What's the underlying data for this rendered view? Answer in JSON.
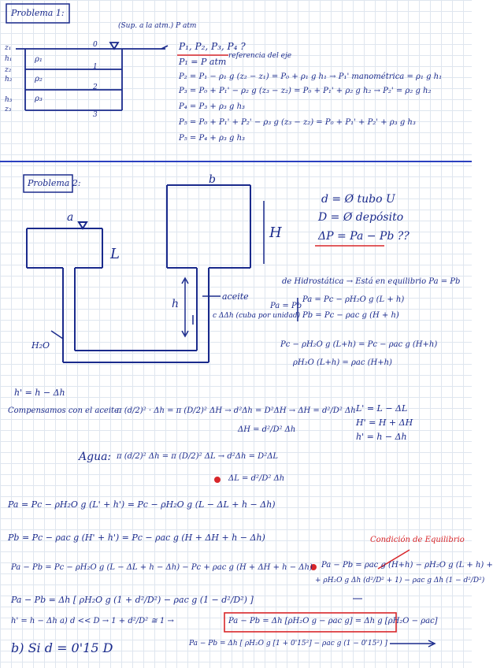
{
  "problem1": {
    "title": "Problema 1:",
    "note_surface": "(Sup. a la atm.) P atm",
    "unknowns": "P₁, P₂, P₃, P₄ ?",
    "p1": "P₁ = P atm",
    "note_ref": "referencia del eje",
    "eq2": "P₂ = P₁ − ρ₁ g (z₂ − z₁) = P₀ + ρ₁ g h₁ → P₁' manométrica = ρ₁ g h₁",
    "eq3": "P₃ = P₀ + P₁' − ρ₂ g (z₃ − z₂) = P₀ + P₁' + ρ₂ g h₂ → P₂' = ρ₂ g h₂",
    "eq4": "P₄ = P₃ + ρ₃ g h₃",
    "eq5": "P₅ = P₀ + P₁' + P₂' − ρ₃ g (z₃ − z₂) = P₀ + P₁' + P₂' + ρ₃ g h₃",
    "eq6": "P₅ = P₄ + ρ₃ g h₃",
    "labels": {
      "z1": "z₁",
      "z2": "z₂",
      "z3": "z₃",
      "h1": "h₁",
      "h2": "h₂",
      "h3": "h₃",
      "rho1": "ρ₁",
      "rho2": "ρ₂",
      "rho3": "ρ₃",
      "n0": "0",
      "n1": "1",
      "n2": "2",
      "n3": "3"
    }
  },
  "problem2": {
    "title": "Problema 2:",
    "label_a": "a",
    "label_b": "b",
    "label_L": "L",
    "label_H": "H",
    "label_h": "h",
    "aceite": "aceite",
    "cdh": "c ΔΔh (cuba por unidad)",
    "h2o": "H₂O",
    "d_def": "d = Ø tubo U",
    "D_def": "D = Ø depósito",
    "dP_def": "ΔP = Pa − Pb ??",
    "hydro": "de Hidrostática → Está en equilibrio Pa = Pb",
    "pa_eq_pb": "Pa = Pb",
    "sys1": "Pa = Pc − ρH₂O g (L + h)",
    "sys2": "Pb = Pc − ρac g (H + h)",
    "line1": "Pc − ρH₂O g (L+h) = Pc − ρac g (H+h)",
    "line2": "ρH₂O (L+h) = ρac (H+h)",
    "hprime": "h' = h − Δh",
    "compens": "Compensamos con el aceite:",
    "comp_eq": "π (d/2)² · Δh = π (D/2)² ΔH → d²Δh = D²ΔH → ΔH = d²/D² Δh",
    "dH": "ΔH = d²/D² Δh",
    "Lp": "L' = L − ΔL",
    "Hp": "H' = H + ΔH",
    "hp2": "h' = h − Δh",
    "agua": "Agua:",
    "agua_eq": "π (d/2)² Δh = π (D/2)² ΔL → d²Δh = D²ΔL",
    "dL": "ΔL = d²/D² Δh",
    "pa_line": "Pa = Pc − ρH₂O g (L' + h') = Pc − ρH₂O g (L − ΔL + h − Δh)",
    "pb_line": "Pb = Pc − ρac g (H' + h') = Pc − ρac g (H + ΔH + h − Δh)",
    "cond": "Condición de Equilibrio",
    "diff_line": "Pa − Pb = Pc − ρH₂O g (L − ΔL + h − Δh) − Pc + ρac g (H + ΔH + h − Δh)",
    "diff_res1": "Pa − Pb = ρac g (H+h) − ρH₂O g (L + h) +",
    "diff_res2": "+ ρH₂O g Δh (d²/D² + 1) − ρac g Δh (1 − d²/D²)",
    "final1": "Pa − Pb = Δh [ ρH₂O g (1 + d²/D²) − ρac g (1 − d²/D²) ]",
    "part_a": "h' = h − Δh     a)  d << D → 1 + d²/D² ≅ 1 →",
    "boxed": "Pa − Pb = Δh [ρH₂O g − ρac g] = Δh g [ρH₂O − ρac]",
    "part_b": "b)  Si d = 0'15 D",
    "part_b_eq": "Pa − Pb = Δh [ ρH₂O g [1 + 0'15²] − ρac g (1 − 0'15²) ]"
  },
  "colors": {
    "ink": "#1a2a8c",
    "red": "#d8262a",
    "divider": "#2a3fbf"
  }
}
